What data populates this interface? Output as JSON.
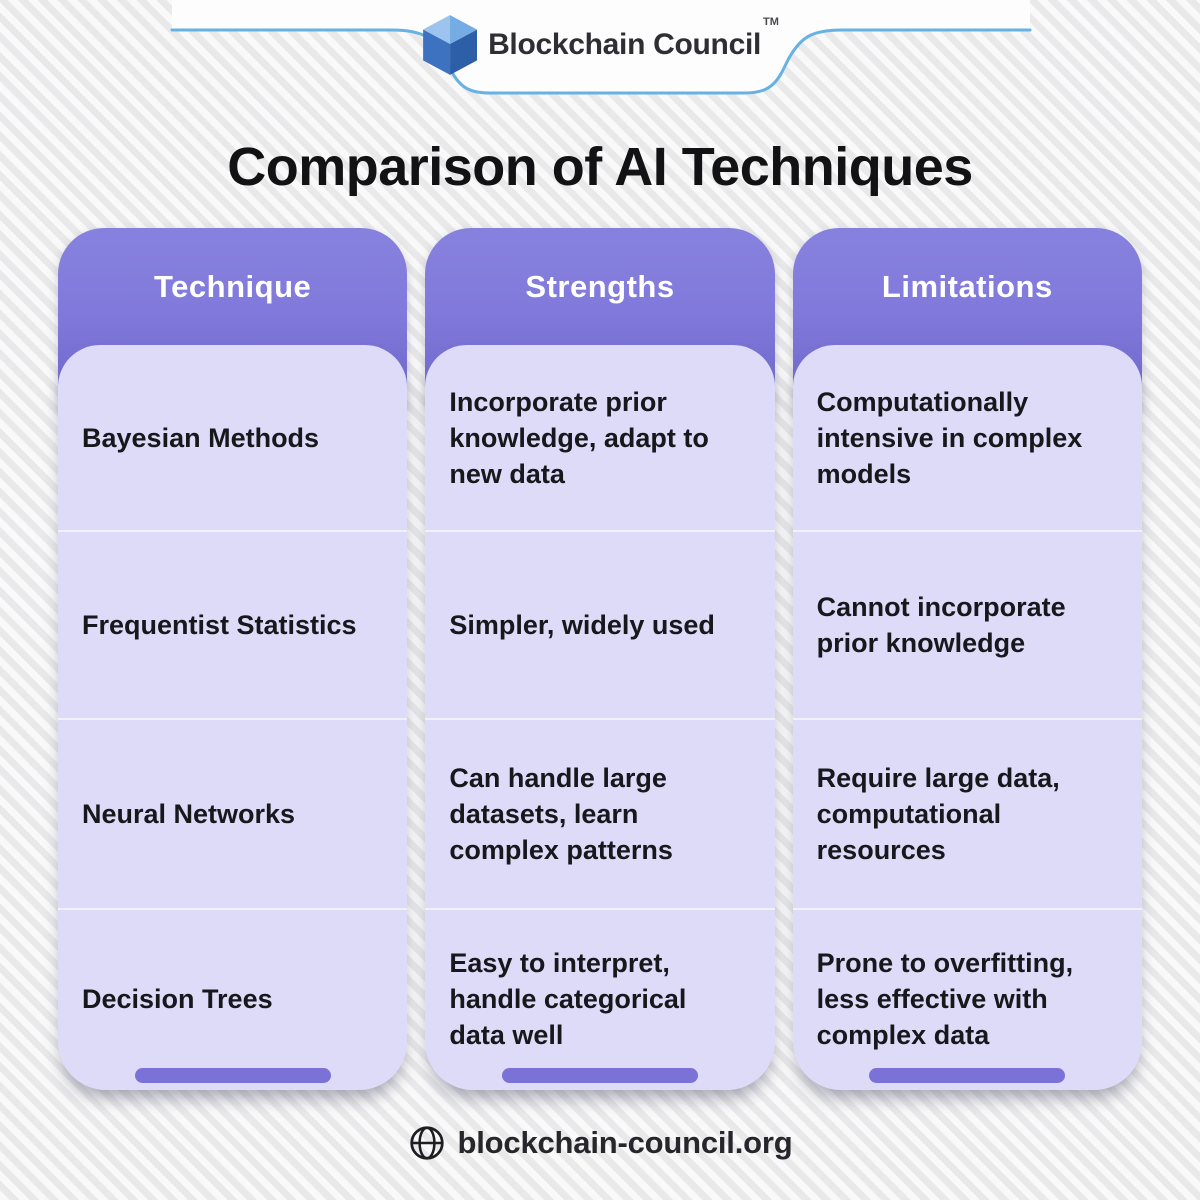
{
  "brand": {
    "logo_text": "Blockchain Council",
    "trademark": "TM",
    "website": "blockchain-council.org"
  },
  "title": "Comparison of AI Techniques",
  "table": {
    "columns": [
      {
        "header": "Technique",
        "cells": [
          "Bayesian Methods",
          "Frequentist Statistics",
          "Neural Networks",
          "Decision Trees"
        ]
      },
      {
        "header": "Strengths",
        "cells": [
          "Incorporate prior knowledge, adapt to new data",
          "Simpler, widely used",
          "Can handle large datasets, learn complex patterns",
          "Easy to interpret, handle categorical data well"
        ]
      },
      {
        "header": "Limitations",
        "cells": [
          "Computationally intensive in complex models",
          "Cannot incorporate prior knowledge",
          "Require large data, computational resources",
          "Prone to overfitting, less effective with complex data"
        ]
      }
    ]
  },
  "colors": {
    "header_purple_top": "#8781de",
    "header_purple_bottom": "#6e67cc",
    "body_lavender": "#dedbf8",
    "divider": "#f2f0fb",
    "pill_purple": "#7b72d8",
    "banner_line_blue": "#68b1e3",
    "cube_top": "#9cc4ef",
    "cube_left": "#3d72c0",
    "cube_right": "#2d5fa9",
    "title_black": "#121214"
  },
  "icons": {
    "logo_cube": "cube-3d-icon",
    "footer_globe": "globe-icon"
  }
}
